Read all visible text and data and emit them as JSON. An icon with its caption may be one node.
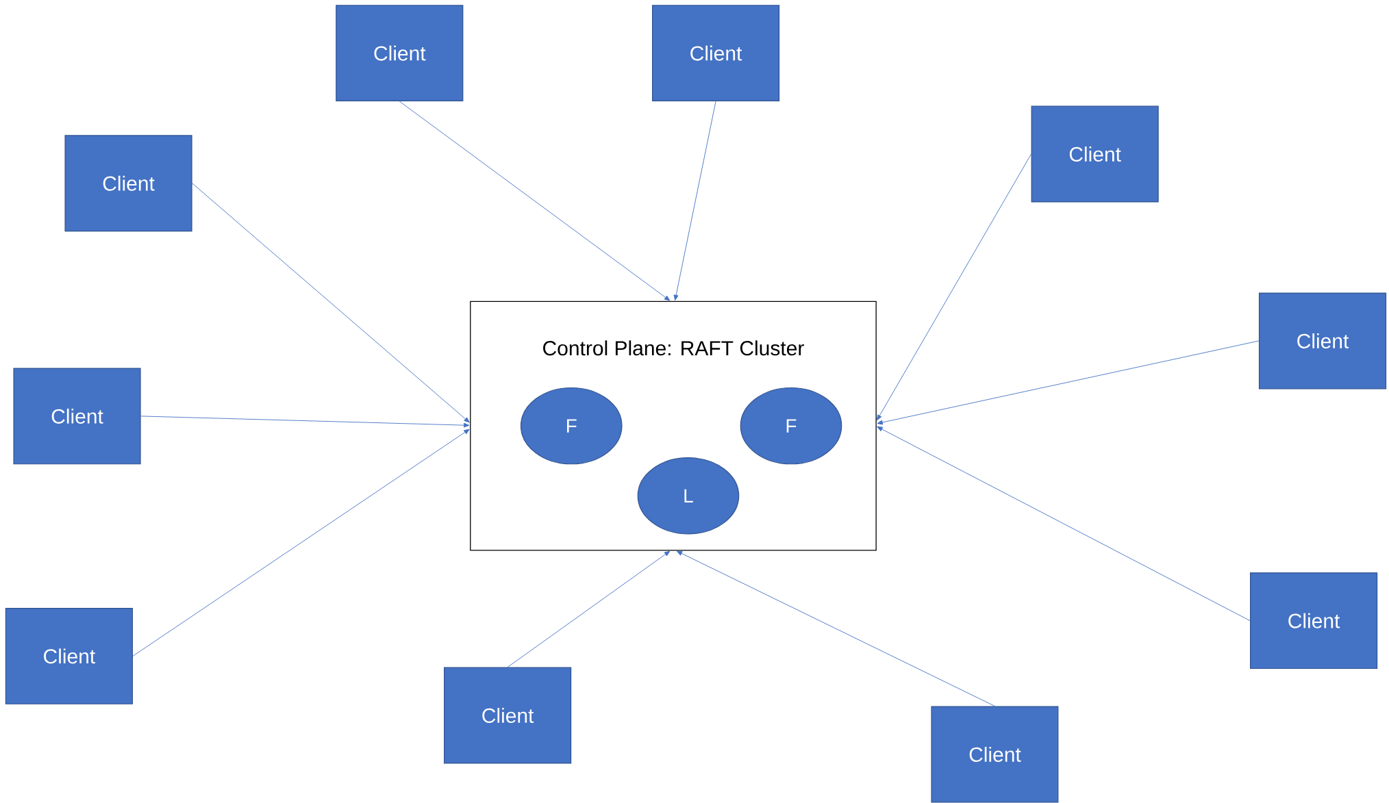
{
  "diagram": {
    "nodes": [
      {
        "text": [
          "Control Plane: RAFT Cluster"
        ]
      },
      {
        "text": [
          "F"
        ],
        "in": 0
      },
      {
        "text": [
          "F"
        ],
        "in": 0
      },
      {
        "text": [
          "L"
        ],
        "in": 0
      },
      {
        "text": [
          "Client"
        ]
      },
      {
        "text": [
          "Client"
        ]
      },
      {
        "text": [
          "Client"
        ]
      },
      {
        "text": [
          "Client"
        ]
      },
      {
        "text": [
          "Client"
        ]
      },
      {
        "text": [
          "Client"
        ]
      },
      {
        "text": [
          "Client"
        ]
      },
      {
        "text": [
          "Client"
        ]
      },
      {
        "text": [
          "Client"
        ]
      },
      {
        "text": [
          "Client"
        ]
      }
    ],
    "edges": [
      {
        "from": 4,
        "to": 0,
        "arrow": "to"
      },
      {
        "from": 5,
        "to": 0,
        "arrow": "to"
      },
      {
        "from": 6,
        "to": 0,
        "arrow": "to"
      },
      {
        "from": 7,
        "to": 0,
        "arrow": "to"
      },
      {
        "from": 8,
        "to": 0,
        "arrow": "to"
      },
      {
        "from": 9,
        "to": 0,
        "arrow": "to"
      },
      {
        "from": 10,
        "to": 0,
        "arrow": "to"
      },
      {
        "from": 11,
        "to": 0,
        "arrow": "to"
      },
      {
        "from": 12,
        "to": 0,
        "arrow": "to"
      },
      {
        "from": 13,
        "to": 0,
        "arrow": "to"
      }
    ]
  }
}
